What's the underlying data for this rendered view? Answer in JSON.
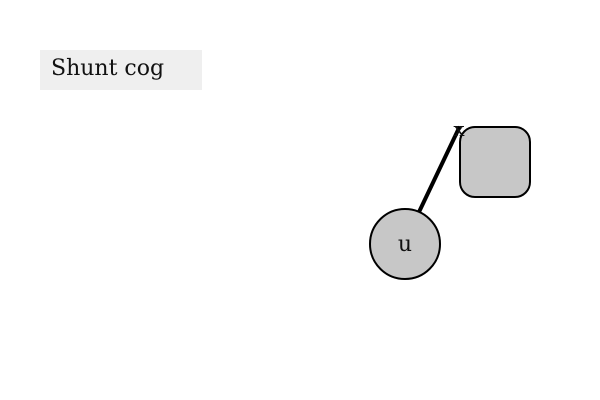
{
  "title": "Shunt cog",
  "player": {
    "label": "u",
    "shape": "circle",
    "fill": "#c7c7c7",
    "stroke": "#000000"
  },
  "target_block": {
    "shape": "rounded-square",
    "fill": "#c7c7c7",
    "stroke": "#000000"
  },
  "aim_marker": {
    "label": "x"
  },
  "link": {
    "color": "#000000"
  }
}
